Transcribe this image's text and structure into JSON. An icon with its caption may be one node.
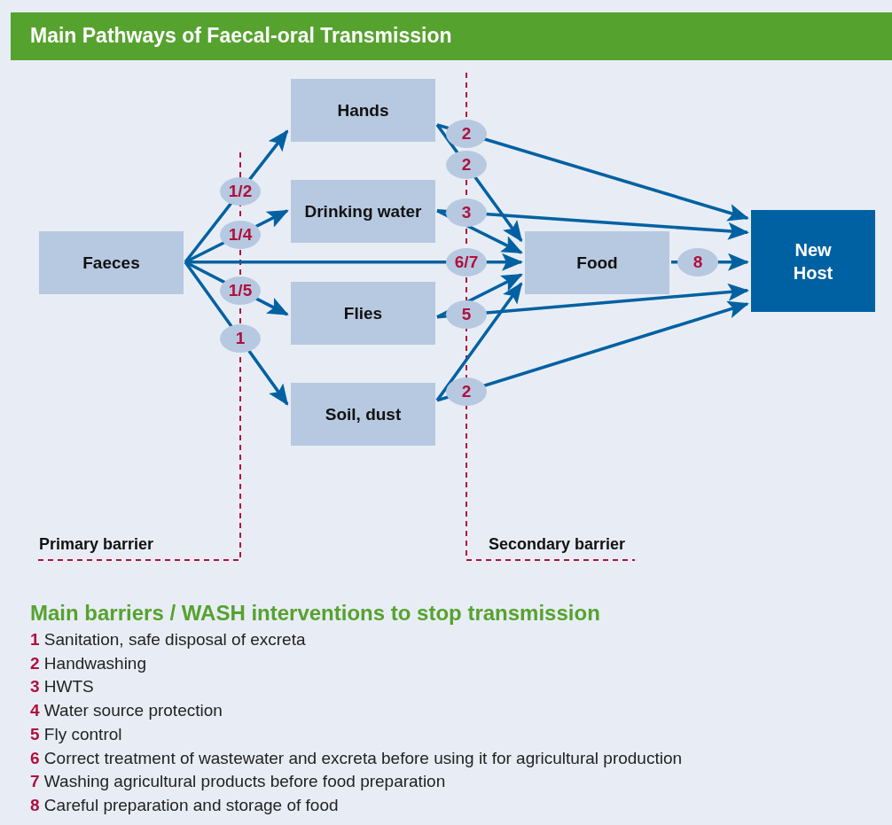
{
  "diagram": {
    "title": "Main Pathways of Faecal-oral Transmission",
    "nodes": [
      {
        "text": [
          "Faeces"
        ]
      },
      {
        "text": [
          "Hands"
        ]
      },
      {
        "text": [
          "Drinking water"
        ]
      },
      {
        "text": [
          "Flies"
        ]
      },
      {
        "text": [
          "Soil, dust"
        ]
      },
      {
        "text": [
          "Food"
        ]
      },
      {
        "text": [
          "New Host"
        ]
      }
    ],
    "edges": [
      {
        "from": 0,
        "to": 1,
        "arrow": "to",
        "label": "1/2"
      },
      {
        "from": 0,
        "to": 2,
        "arrow": "to",
        "label": "1/4"
      },
      {
        "from": 0,
        "to": 5,
        "arrow": "to",
        "label": "6/7"
      },
      {
        "from": 0,
        "to": 3,
        "arrow": "to",
        "label": "1/5"
      },
      {
        "from": 0,
        "to": 4,
        "arrow": "to",
        "label": "1"
      },
      {
        "from": 1,
        "to": 6,
        "arrow": "to",
        "label": "2"
      },
      {
        "from": 1,
        "to": 5,
        "arrow": "to",
        "label": "2"
      },
      {
        "from": 2,
        "to": 6,
        "arrow": "to",
        "label": "3"
      },
      {
        "from": 2,
        "to": 5,
        "arrow": "to"
      },
      {
        "from": 3,
        "to": 5,
        "arrow": "to"
      },
      {
        "from": 3,
        "to": 6,
        "arrow": "to",
        "label": "5"
      },
      {
        "from": 4,
        "to": 5,
        "arrow": "to"
      },
      {
        "from": 4,
        "to": 6,
        "arrow": "to",
        "label": "2"
      },
      {
        "from": 5,
        "to": 6,
        "arrow": "to",
        "label": "8"
      }
    ],
    "labels": [
      "Primary barrier",
      "Secondary barrier",
      "Main barriers / WASH interventions to stop transmission",
      "**1** Sanitation, safe disposal of excreta",
      "**2** Handwashing",
      "**3** HWTS",
      "**4** Water source protection",
      "**5** Fly control",
      "**6** Correct treatment of wastewater and excreta before using it for agricultural production",
      "**7** Washing agricultural products before food preparation",
      "**8** Careful preparation and storage of food"
    ]
  }
}
